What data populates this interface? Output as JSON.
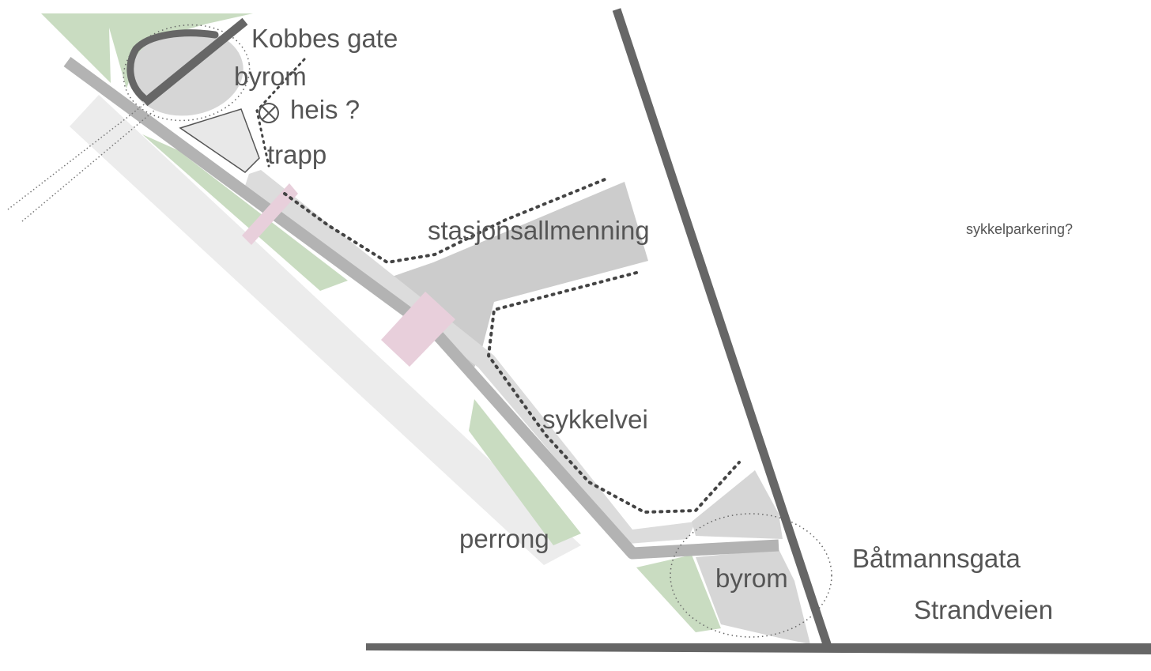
{
  "labels": {
    "kobbes_gate": "Kobbes gate",
    "byrom_top": "byrom",
    "heis": "heis ?",
    "trapp": "trapp",
    "stasjonsallmenning": "stasjonsallmenning",
    "sykkelparkering": "sykkelparkering?",
    "sykkelvei": "sykkelvei",
    "perrong": "perrong",
    "batmannsgata": "Båtmannsgata",
    "byrom_bottom": "byrom",
    "strandveien": "Strandveien"
  },
  "colors": {
    "road": "#666666",
    "plaza": "#cccccc",
    "path": "#d9d9d9",
    "platform": "#ececec",
    "green": "#c9dcc1",
    "pink": "#e8cfdb",
    "text": "#555555"
  },
  "icons": {
    "elevator": "circle-x-icon"
  }
}
